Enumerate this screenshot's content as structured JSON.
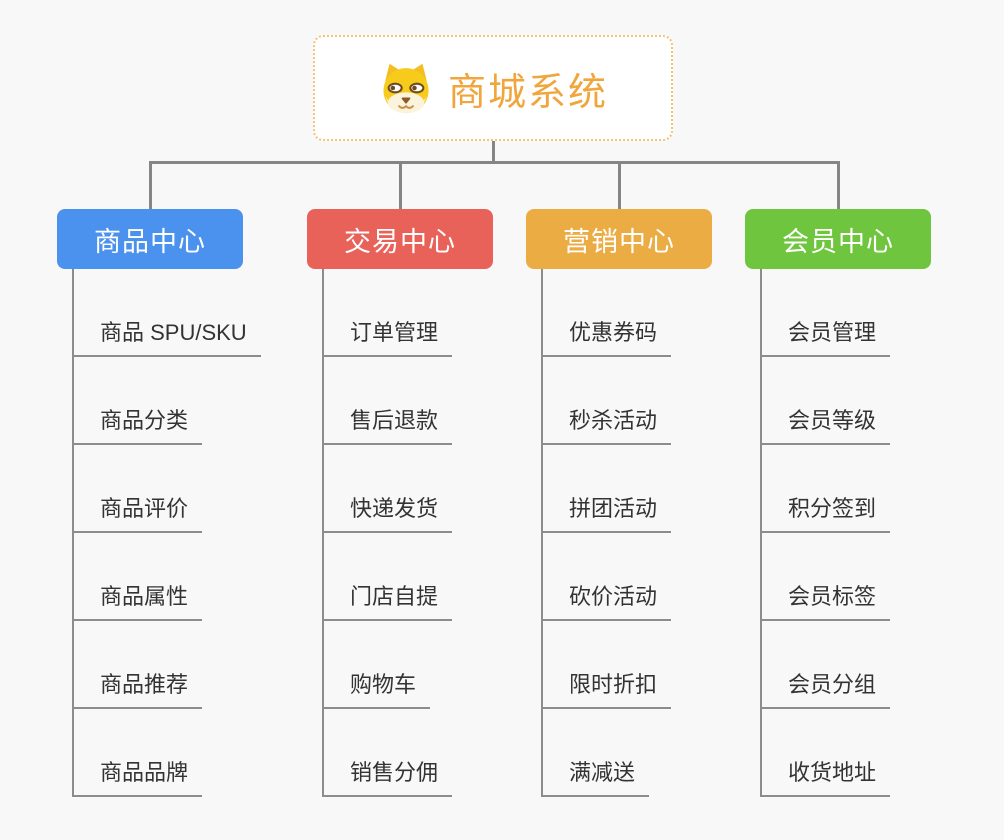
{
  "page": {
    "background_color": "#F8F8F8",
    "connector_color": "#858585",
    "underline_color": "#8C8C8C",
    "item_text_color": "#333333"
  },
  "root": {
    "title": "商城系统",
    "icon": "dog-face-icon",
    "text_color": "#F0A63C",
    "border_color": "#F2C379",
    "background": "#FFFFFF"
  },
  "branches": [
    {
      "label": "商品中心",
      "color": "#4B92EE",
      "children": [
        "商品 SPU/SKU",
        "商品分类",
        "商品评价",
        "商品属性",
        "商品推荐",
        "商品品牌"
      ]
    },
    {
      "label": "交易中心",
      "color": "#E8625A",
      "children": [
        "订单管理",
        "售后退款",
        "快递发货",
        "门店自提",
        "购物车",
        "销售分佣"
      ]
    },
    {
      "label": "营销中心",
      "color": "#EBAC44",
      "children": [
        "优惠券码",
        "秒杀活动",
        "拼团活动",
        "砍价活动",
        "限时折扣",
        "满减送"
      ]
    },
    {
      "label": "会员中心",
      "color": "#6FC53D",
      "children": [
        "会员管理",
        "会员等级",
        "积分签到",
        "会员标签",
        "会员分组",
        "收货地址"
      ]
    }
  ]
}
